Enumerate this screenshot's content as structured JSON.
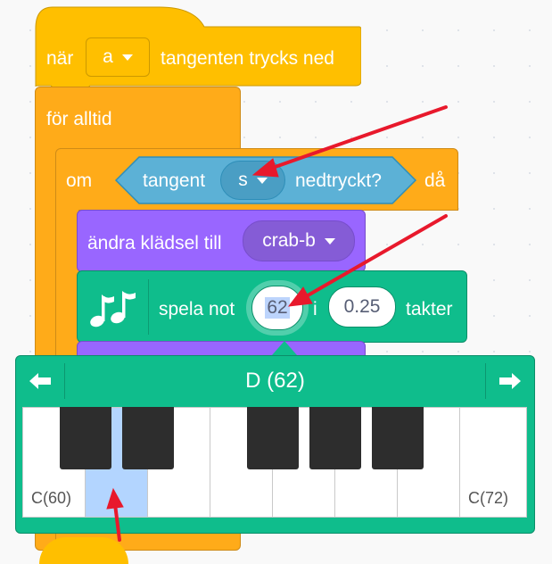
{
  "hat": {
    "prefix": "när",
    "key": "a",
    "suffix": "tangenten trycks ned"
  },
  "forever": {
    "label": "för alltid"
  },
  "if_block": {
    "prefix": "om",
    "suffix": "då"
  },
  "sensing": {
    "prefix": "tangent",
    "key": "s",
    "suffix": "nedtryckt?"
  },
  "looks": {
    "label": "ändra klädsel till",
    "costume": "crab-b"
  },
  "music": {
    "prefix": "spela not",
    "note": "62",
    "mid": "i",
    "beats": "0.25",
    "suffix": "takter"
  },
  "piano": {
    "title": "D (62)",
    "prev_icon": "left-arrow-icon",
    "next_icon": "right-arrow-icon",
    "low_label": "C(60)",
    "high_label": "C(72)"
  },
  "colors": {
    "events": "#ffbf00",
    "control": "#ffab19",
    "sensing": "#5cb1d6",
    "looks": "#9966ff",
    "music": "#0fbd8c",
    "annotation": "#e8192c"
  }
}
